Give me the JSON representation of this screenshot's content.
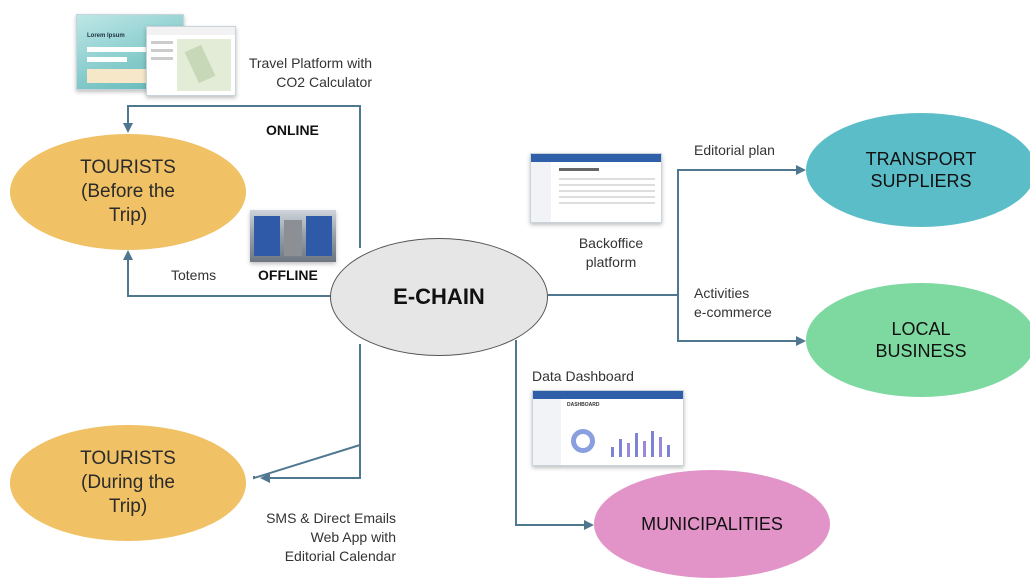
{
  "nodes": {
    "tourists_before": "TOURISTS\n(Before the\nTrip)",
    "tourists_during": "TOURISTS\n(During the\nTrip)",
    "echain": "E-CHAIN",
    "transport": "TRANSPORT\nSUPPLIERS",
    "local_business": "LOCAL\nBUSINESS",
    "municipalities": "MUNICIPALITIES"
  },
  "labels": {
    "travel_platform": "Travel Platform with\nCO2 Calculator",
    "online": "ONLINE",
    "offline": "OFFLINE",
    "totems": "Totems",
    "editorial_plan": "Editorial plan",
    "backoffice": "Backoffice\nplatform",
    "activities": "Activities\ne-commerce",
    "data_dashboard": "Data Dashboard",
    "sms_emails": "SMS & Direct Emails\nWeb App with\nEditorial Calendar"
  },
  "colors": {
    "tourists": "#f0c165",
    "transport": "#5bbdc8",
    "local_business": "#7dd9a0",
    "municipalities": "#e294c8",
    "echain": "#e6e6e6",
    "connector": "#4f7790"
  },
  "thumbnails": {
    "travel_platform": "Lorem Ipsum",
    "dashboard_title": "DASHBOARD"
  }
}
